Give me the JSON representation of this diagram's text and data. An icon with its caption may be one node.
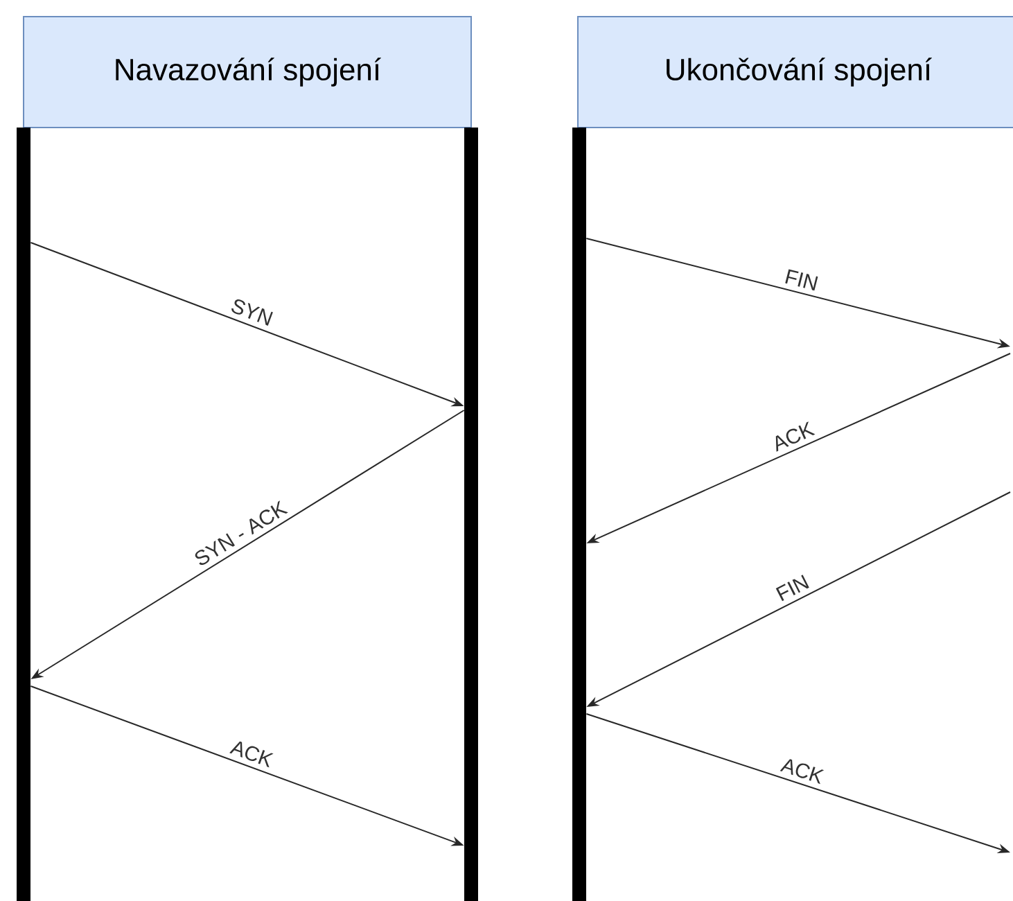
{
  "diagram": {
    "nodes": [
      {
        "text": [
          "Navazování spojení"
        ]
      },
      {
        "text": [
          "Ukončování spojení"
        ]
      },
      {
        "text": [],
        "shape": "bar"
      },
      {
        "text": [],
        "shape": "bar"
      },
      {
        "text": [],
        "shape": "bar"
      }
    ],
    "edges": [
      {
        "from": 2,
        "to": 3,
        "arrow": "to",
        "label": "SYN"
      },
      {
        "from": 3,
        "to": 2,
        "arrow": "to",
        "label": "SYN - ACK"
      },
      {
        "from": 2,
        "to": 3,
        "arrow": "to",
        "label": "ACK"
      },
      {
        "from": 4,
        "to": null,
        "arrow": "to",
        "label": "FIN"
      },
      {
        "from": null,
        "to": 4,
        "arrow": "to",
        "label": "ACK"
      },
      {
        "from": null,
        "to": 4,
        "arrow": "to",
        "label": "FIN"
      },
      {
        "from": 4,
        "to": null,
        "arrow": "to",
        "label": "ACK"
      }
    ]
  }
}
